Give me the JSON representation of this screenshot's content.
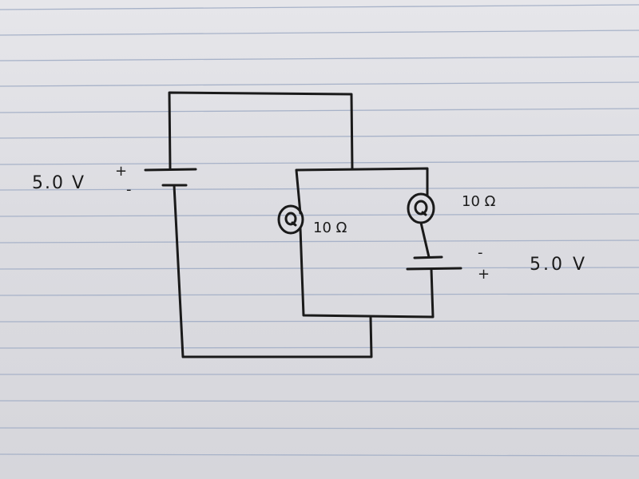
{
  "paper": {
    "ruled": true,
    "rule_color": "#a7b2c8",
    "ink_color": "#1a1a1a"
  },
  "circuit": {
    "battery_left": {
      "label": "5.0 V",
      "plus": "+",
      "minus": "-"
    },
    "bulb_left": {
      "label": "10 Ω"
    },
    "bulb_right": {
      "label": "10 Ω"
    },
    "battery_right": {
      "label": "5.0 V",
      "plus": "+",
      "minus": "-"
    }
  }
}
